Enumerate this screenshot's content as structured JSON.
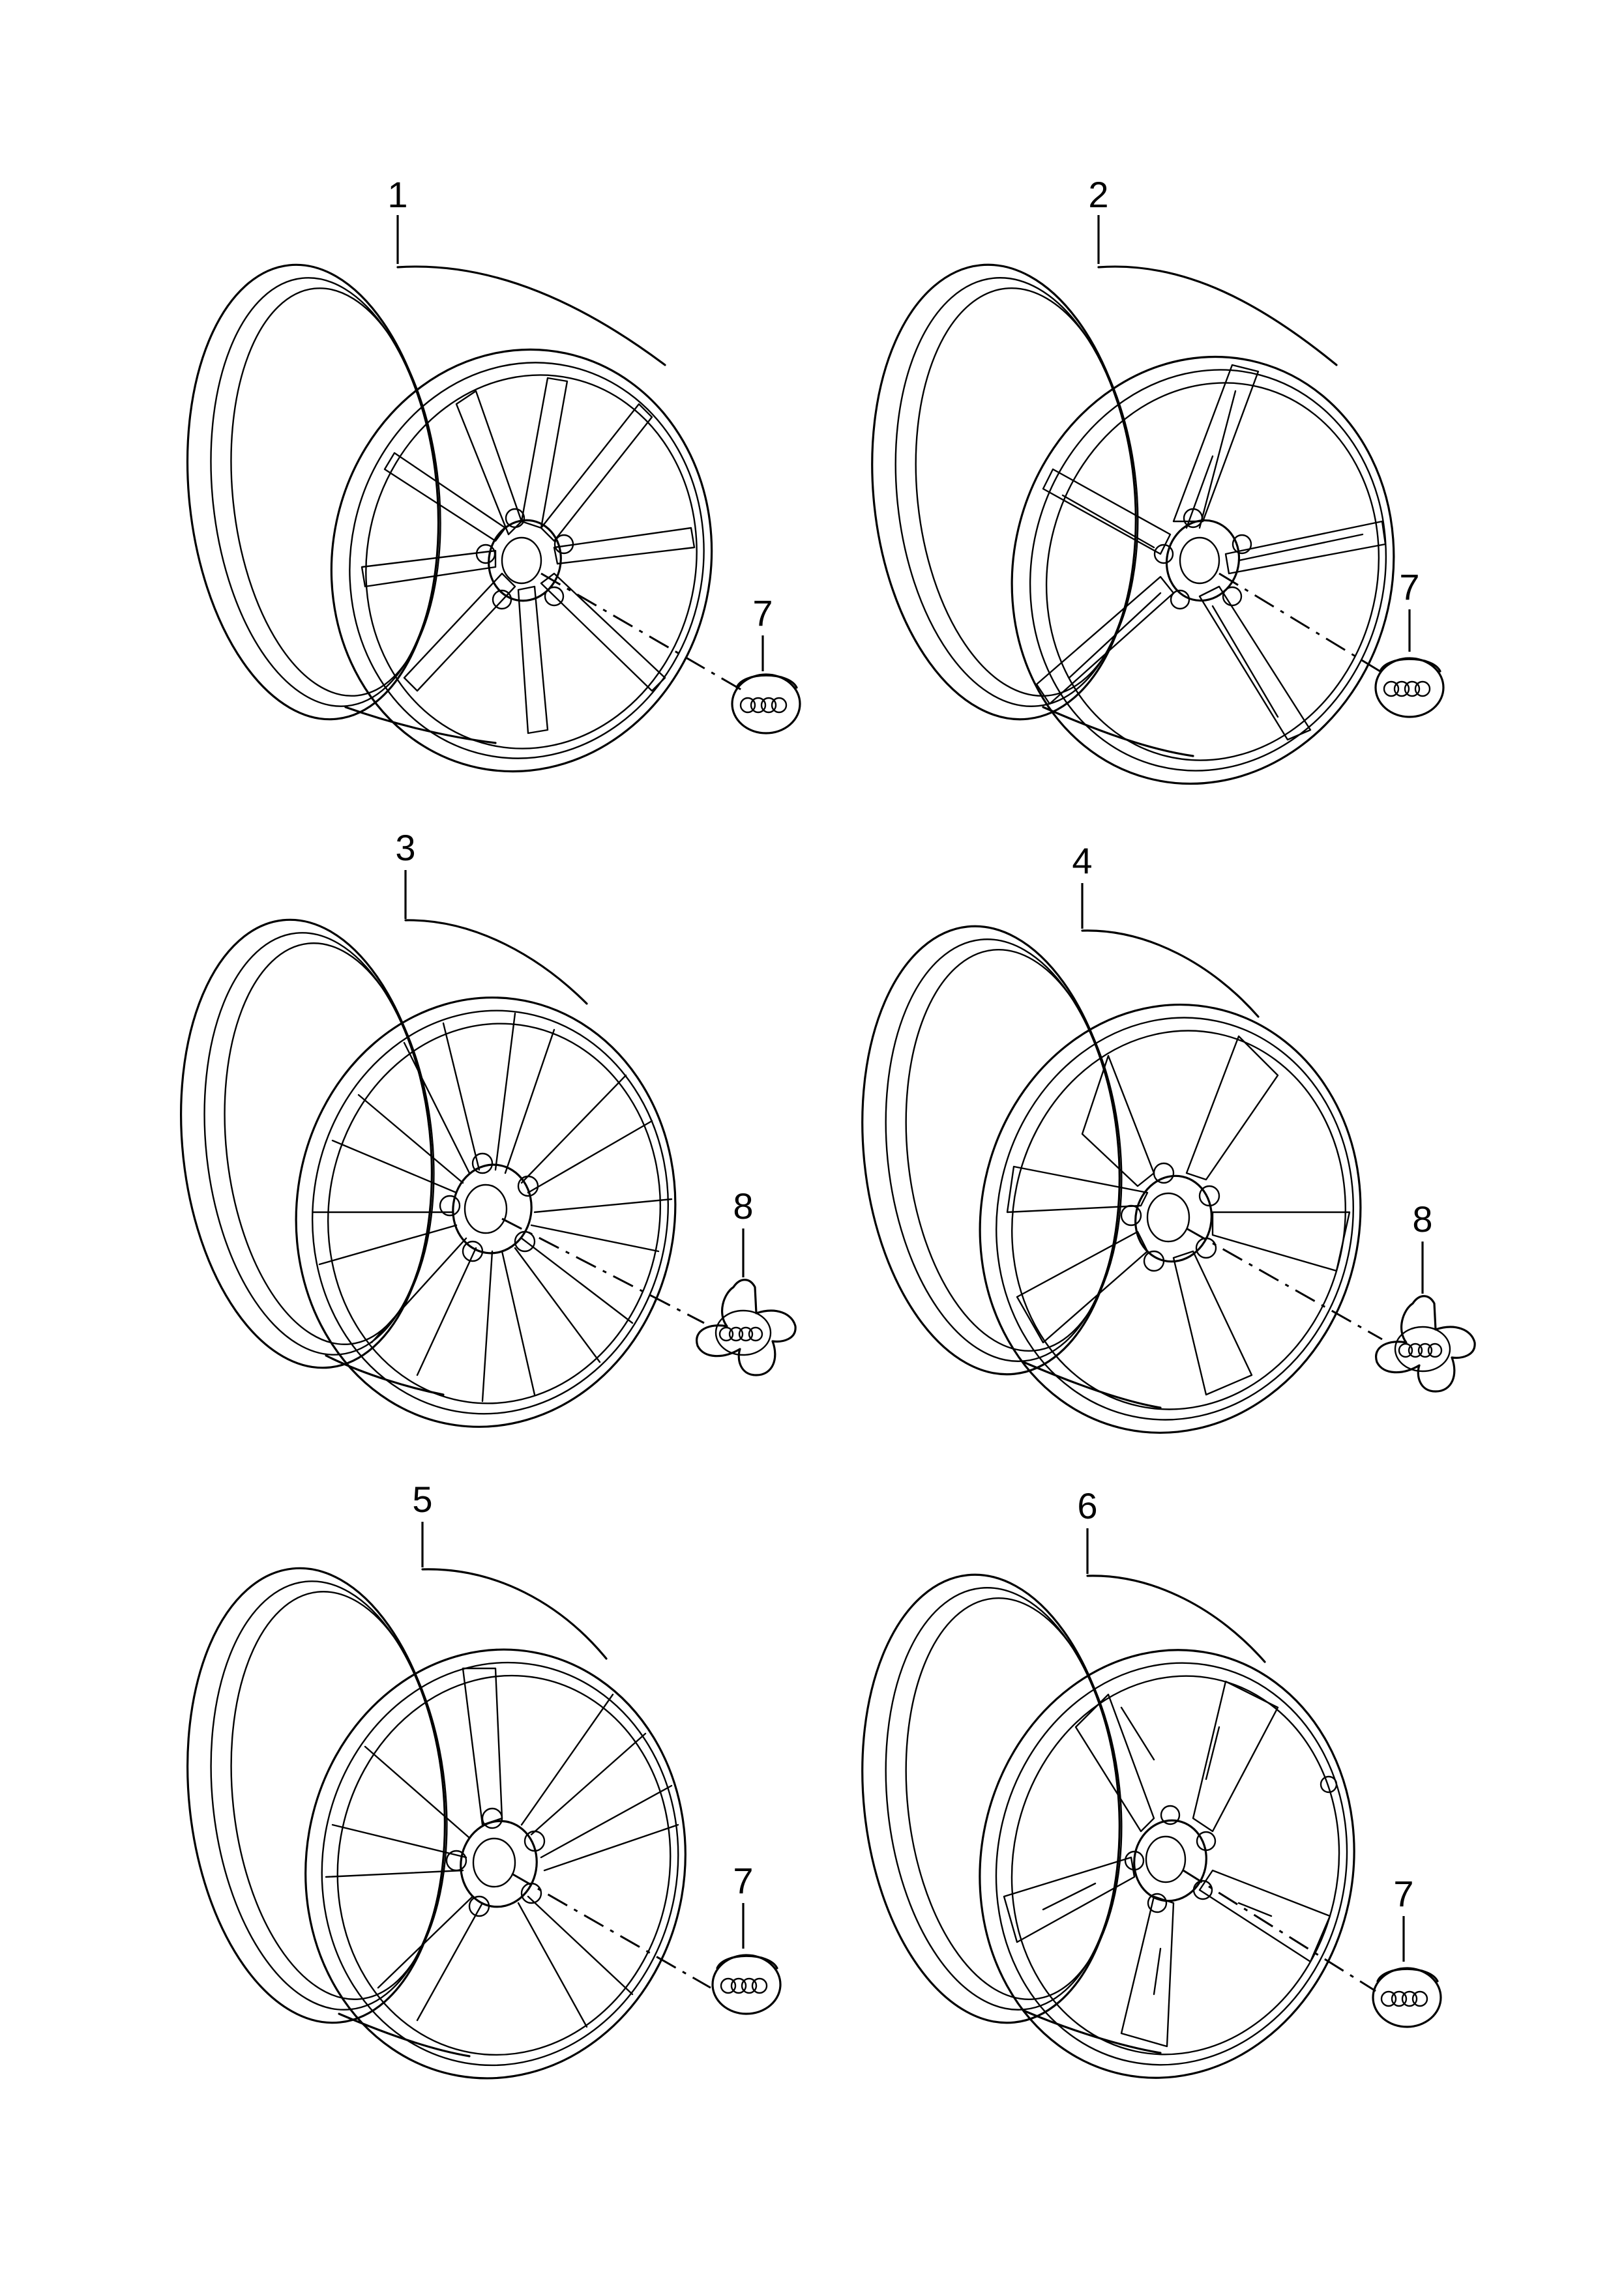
{
  "wheels": [
    {
      "callout": "1",
      "spoke_style": "double-spoke"
    },
    {
      "callout": "2",
      "spoke_style": "slotted-spoke"
    },
    {
      "callout": "3",
      "spoke_style": "twin-spoke-10"
    },
    {
      "callout": "4",
      "spoke_style": "rotor-5"
    },
    {
      "callout": "5",
      "spoke_style": "split-spoke"
    },
    {
      "callout": "6",
      "spoke_style": "rotor-5-windows"
    }
  ],
  "caps": [
    {
      "callout": "7",
      "type": "round-hub-cap",
      "icon": "four-rings-logo-icon"
    },
    {
      "callout": "7",
      "type": "round-hub-cap",
      "icon": "four-rings-logo-icon"
    },
    {
      "callout": "8",
      "type": "star-hub-cap",
      "icon": "four-rings-logo-icon"
    },
    {
      "callout": "8",
      "type": "star-hub-cap",
      "icon": "four-rings-logo-icon"
    },
    {
      "callout": "7",
      "type": "round-hub-cap",
      "icon": "four-rings-logo-icon"
    },
    {
      "callout": "7",
      "type": "round-hub-cap",
      "icon": "four-rings-logo-icon"
    }
  ]
}
